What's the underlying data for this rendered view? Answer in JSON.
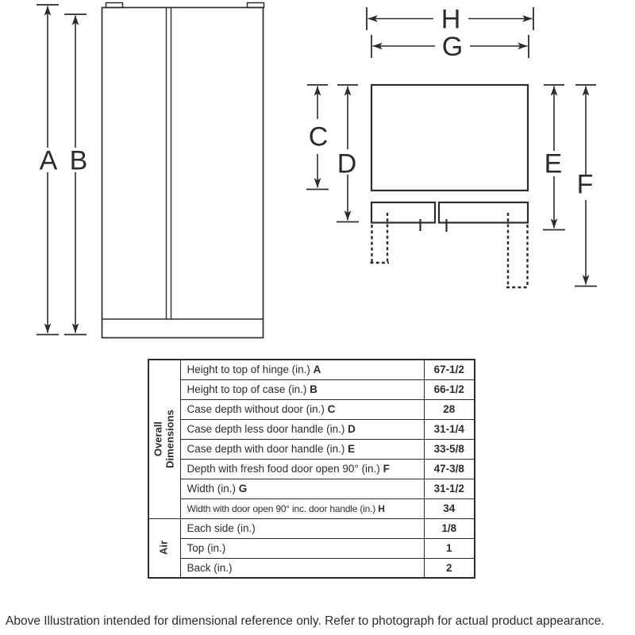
{
  "diagram": {
    "labels": {
      "a": "A",
      "b": "B",
      "c": "C",
      "d": "D",
      "e": "E",
      "f": "F",
      "g": "G",
      "h": "H"
    }
  },
  "table": {
    "groups": [
      {
        "name": "Overall Dimensions",
        "rows": [
          {
            "label": "Height to top of hinge (in.)",
            "key": "A",
            "value": "67-1/2"
          },
          {
            "label": "Height to top of case (in.)",
            "key": "B",
            "value": "66-1/2"
          },
          {
            "label": "Case depth without door (in.)",
            "key": "C",
            "value": "28"
          },
          {
            "label": "Case depth less door handle (in.)",
            "key": "D",
            "value": "31-1/4"
          },
          {
            "label": "Case depth with door handle (in.)",
            "key": "E",
            "value": "33-5/8"
          },
          {
            "label": "Depth with fresh food door open 90° (in.)",
            "key": "F",
            "value": "47-3/8"
          },
          {
            "label": "Width (in.)",
            "key": "G",
            "value": "31-1/2"
          },
          {
            "label": "Width with door open 90° inc. door handle (in.)",
            "key": "H",
            "value": "34"
          }
        ]
      },
      {
        "name": "Air",
        "rows": [
          {
            "label": "Each side (in.)",
            "key": "",
            "value": "1/8"
          },
          {
            "label": "Top (in.)",
            "key": "",
            "value": "1"
          },
          {
            "label": "Back (in.)",
            "key": "",
            "value": "2"
          }
        ]
      }
    ]
  },
  "footer": {
    "note": "Above Illustration intended for dimensional reference only. Refer to photograph for actual product appearance."
  },
  "colors": {
    "ink": "#2e2b2c",
    "background": "#ffffff"
  }
}
